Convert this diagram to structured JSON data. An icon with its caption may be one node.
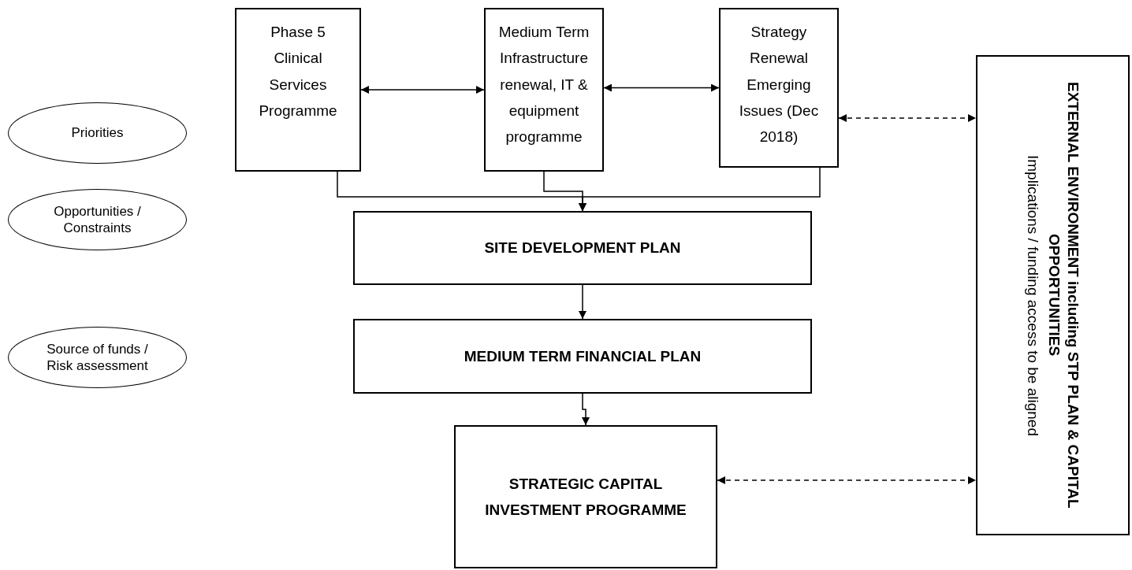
{
  "diagram": {
    "nodes": [
      {
        "text": [
          "Priorities"
        ]
      },
      {
        "text": [
          "Opportunities / Constraints"
        ]
      },
      {
        "text": [
          "Source of funds / Risk assessment"
        ]
      },
      {
        "text": [
          "Phase 5 Clinical Services Programme"
        ]
      },
      {
        "text": [
          "Medium Term Infrastructure renewal, IT & equipment programme"
        ]
      },
      {
        "text": [
          "Strategy Renewal Emerging Issues (Dec 2018)"
        ]
      },
      {
        "text": [
          "EXTERNAL ENVIRONMENT including STP PLAN & CAPITAL OPPORTUNITIES",
          "Implications / funding access to be aligned"
        ]
      },
      {
        "text": [
          "SITE DEVELOPMENT PLAN"
        ]
      },
      {
        "text": [
          "MEDIUM TERM FINANCIAL PLAN"
        ]
      },
      {
        "text": [
          "STRATEGIC CAPITAL INVESTMENT PROGRAMME"
        ]
      }
    ],
    "edges": [
      {
        "from": 3,
        "to": 4,
        "arrow": "both"
      },
      {
        "from": 4,
        "to": 5,
        "arrow": "both"
      },
      {
        "from": 5,
        "to": 6,
        "arrow": "both",
        "style": "dashed"
      },
      {
        "from": 3,
        "to": 7,
        "arrow": "to"
      },
      {
        "from": 4,
        "to": 7,
        "arrow": "to"
      },
      {
        "from": 5,
        "to": 7,
        "arrow": "to"
      },
      {
        "from": 7,
        "to": 8,
        "arrow": "to"
      },
      {
        "from": 8,
        "to": 9,
        "arrow": "to"
      },
      {
        "from": 9,
        "to": 6,
        "arrow": "both",
        "style": "dashed"
      }
    ]
  }
}
